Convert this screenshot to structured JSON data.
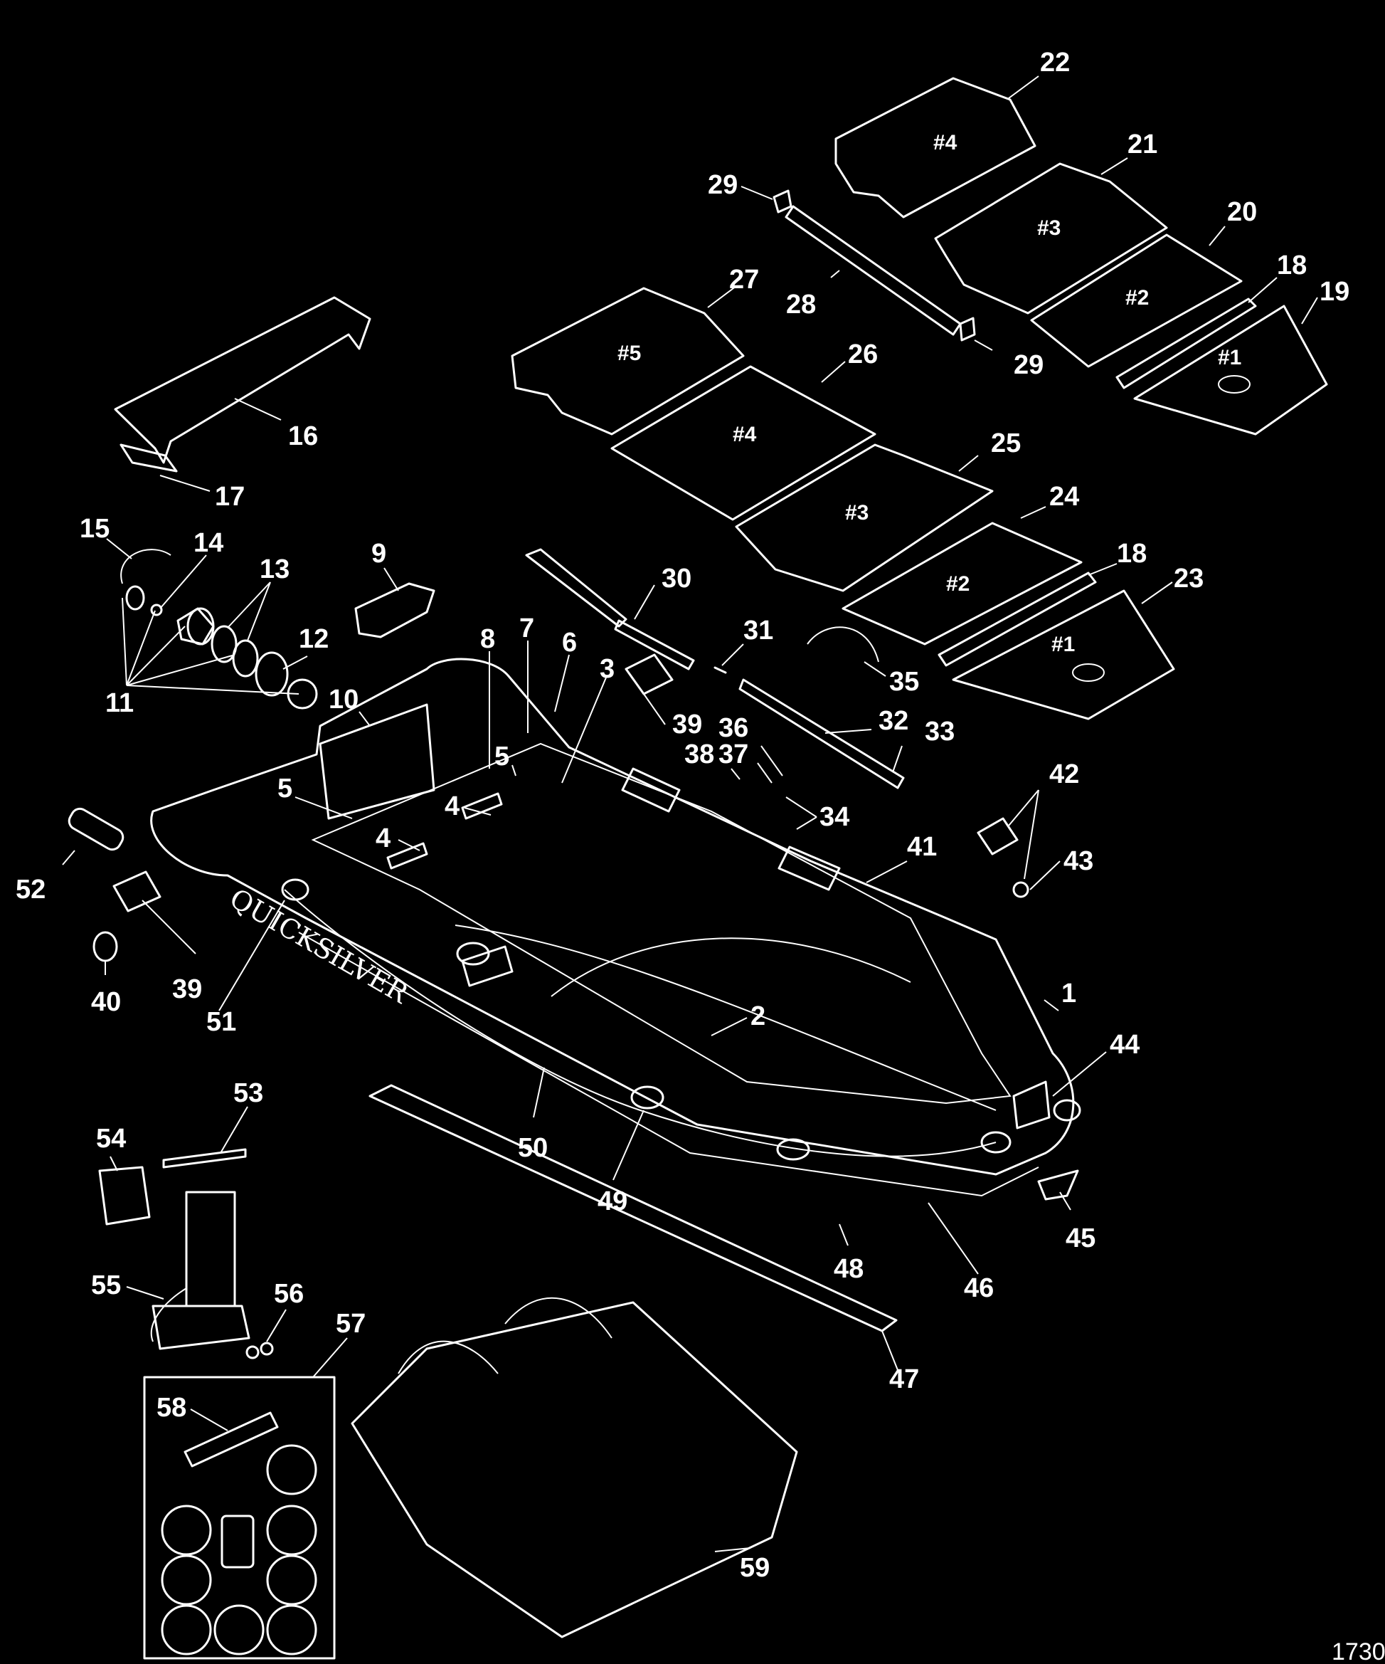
{
  "brand_text": "QUICKSILVER",
  "figure_id": "1730",
  "colors": {
    "background": "#000000",
    "line": "#ffffff"
  },
  "panel_labels": {
    "upper_4": "#4",
    "upper_3": "#3",
    "upper_2": "#2",
    "upper_1": "#1",
    "lower_5": "#5",
    "lower_4": "#4",
    "lower_3": "#3",
    "lower_2": "#2",
    "lower_1": "#1"
  },
  "callouts": [
    "1",
    "2",
    "3",
    "4",
    "4",
    "5",
    "5",
    "6",
    "7",
    "8",
    "9",
    "10",
    "11",
    "12",
    "13",
    "14",
    "15",
    "16",
    "17",
    "18",
    "18",
    "19",
    "20",
    "21",
    "22",
    "23",
    "24",
    "25",
    "26",
    "27",
    "28",
    "29",
    "29",
    "30",
    "31",
    "32",
    "33",
    "34",
    "35",
    "36",
    "37",
    "38",
    "39",
    "39",
    "40",
    "41",
    "42",
    "43",
    "44",
    "45",
    "46",
    "47",
    "48",
    "49",
    "50",
    "51",
    "52",
    "53",
    "54",
    "55",
    "56",
    "57",
    "58",
    "59"
  ]
}
